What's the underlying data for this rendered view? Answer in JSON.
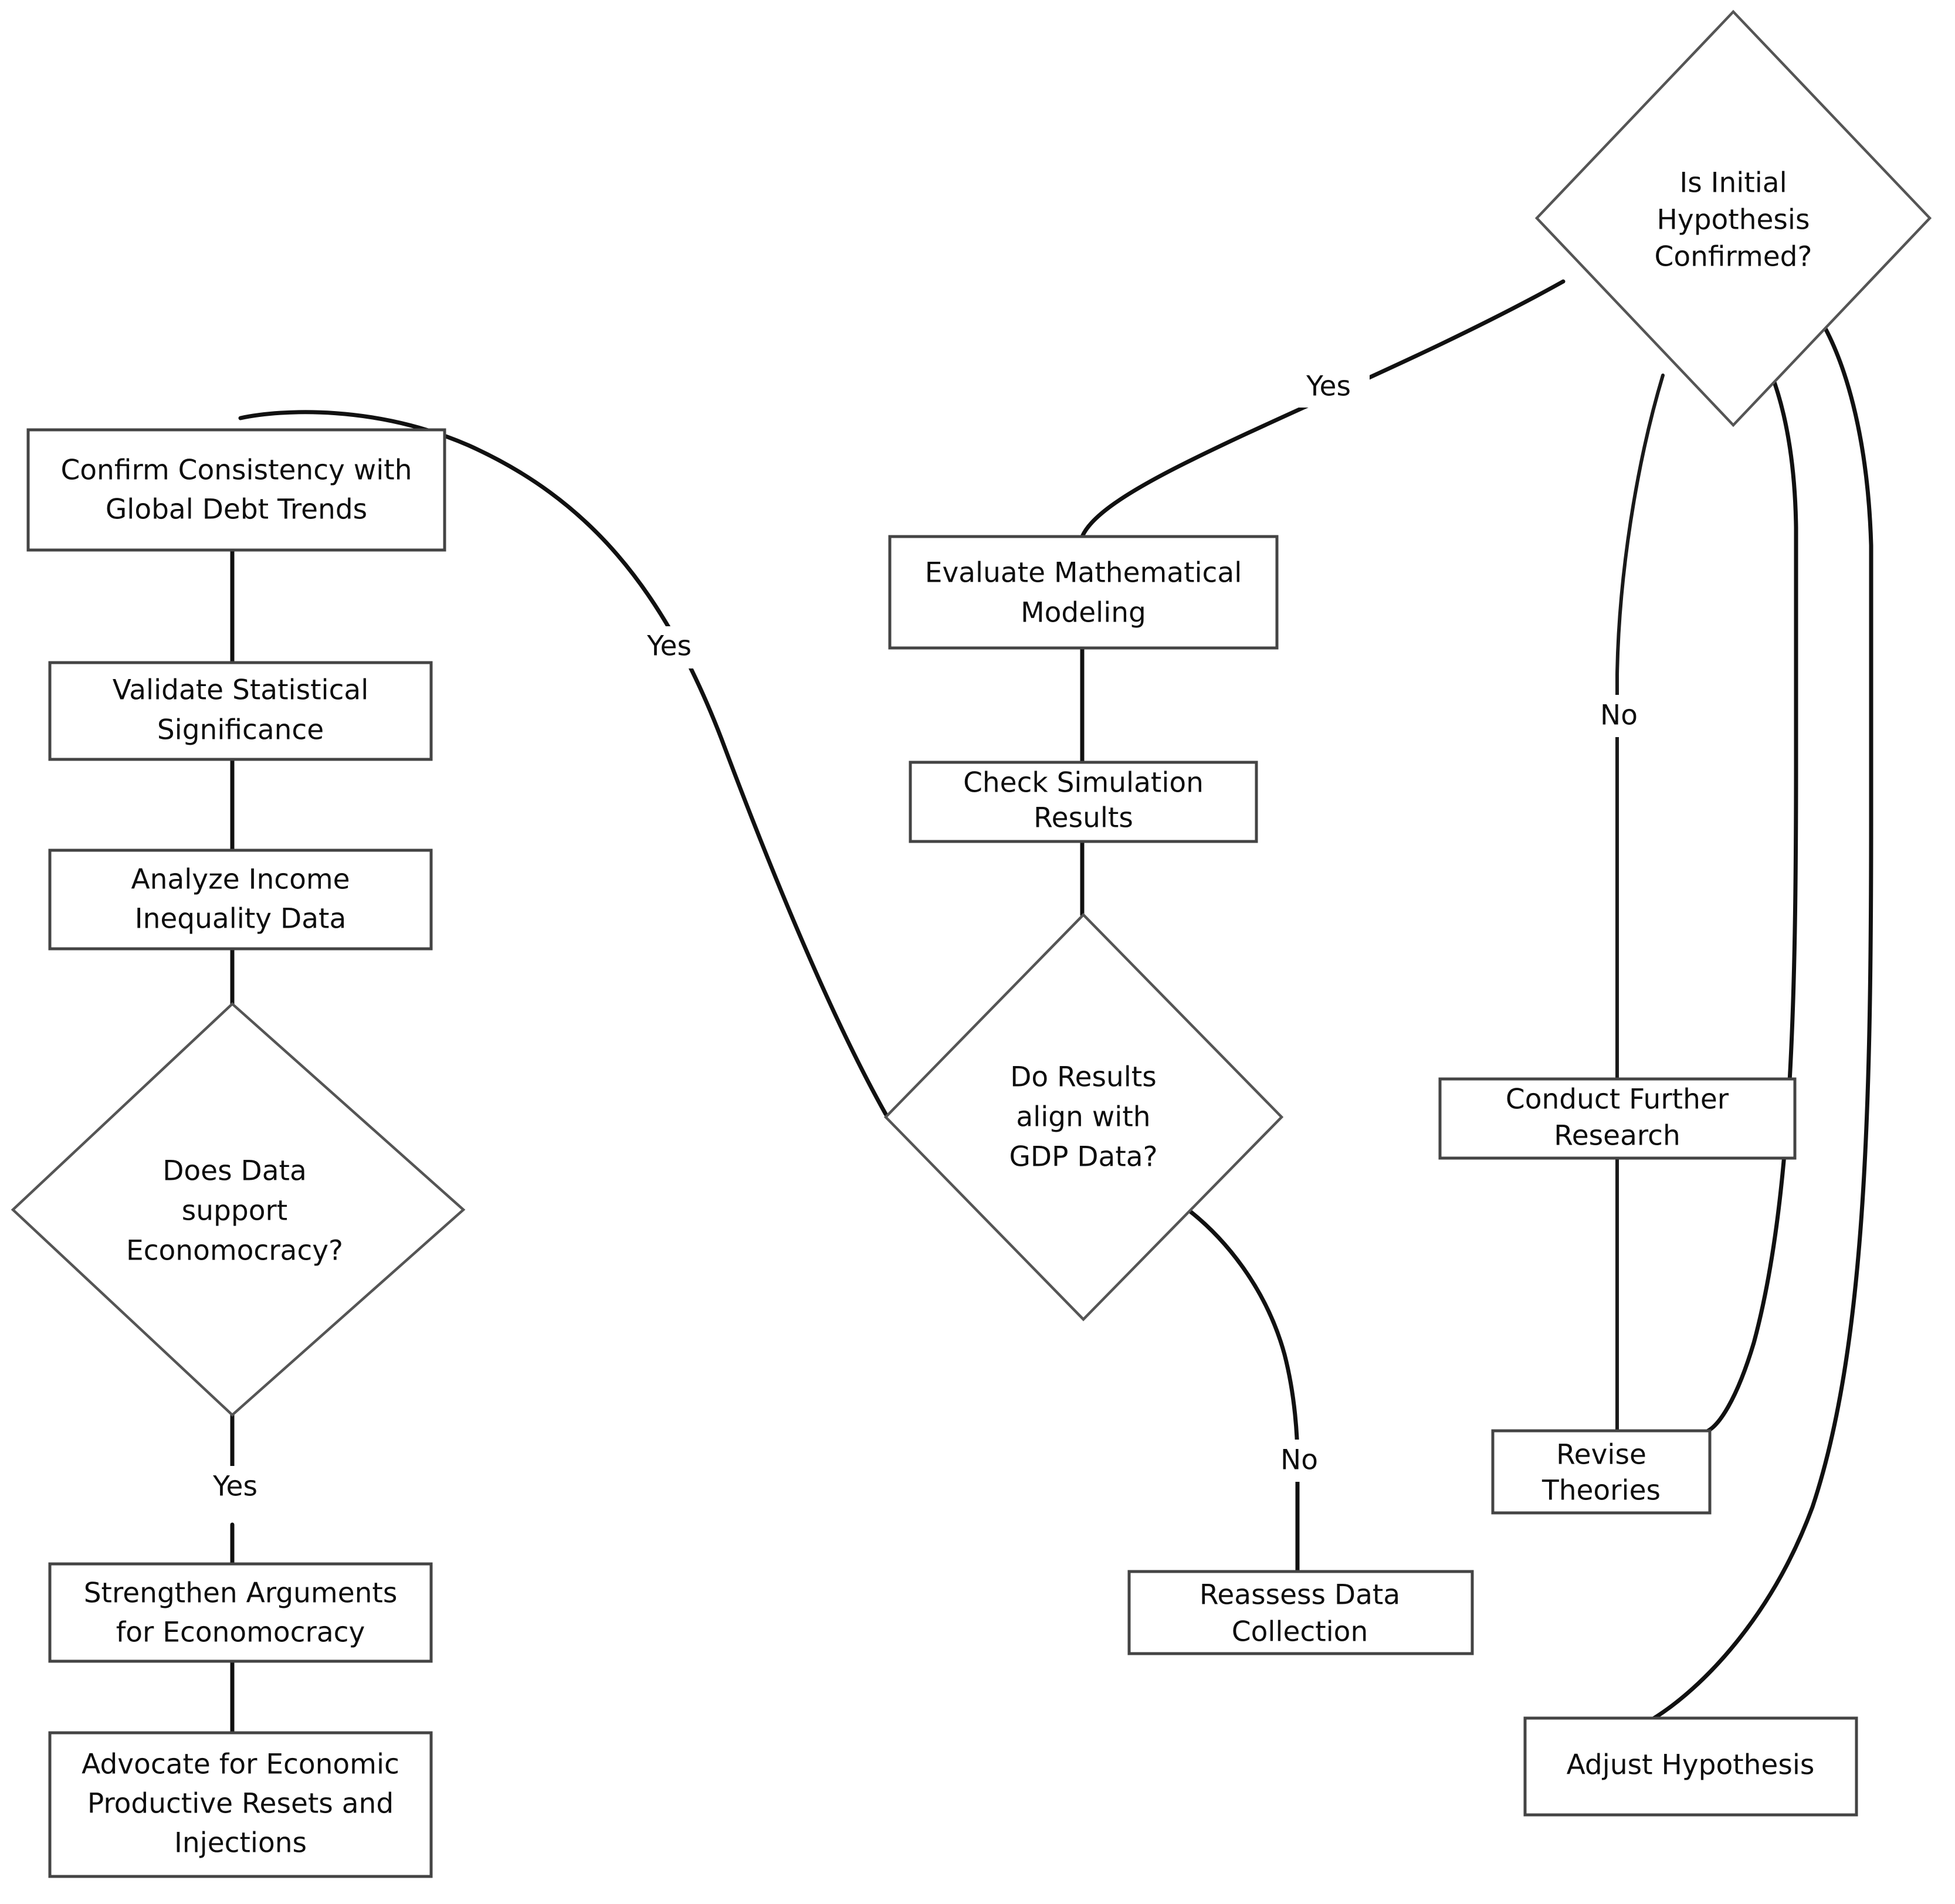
{
  "diagram": {
    "type": "flowchart",
    "title": "",
    "background_color": "#ffffff",
    "node_fill_color": "#ffffff",
    "node_border_color": "#444444",
    "edge_color": "#111111",
    "text_color": "#0d0d0d",
    "nodes": [
      {
        "id": "is-initial-hypothesis-confirmed",
        "shape": "diamond",
        "lines": [
          "Is Initial",
          "Hypothesis",
          "Confirmed?"
        ]
      },
      {
        "id": "confirm-consistency-with-global-debt-trends",
        "shape": "rect",
        "lines": [
          "Confirm Consistency with",
          "Global Debt Trends"
        ]
      },
      {
        "id": "validate-statistical-significance",
        "shape": "rect",
        "lines": [
          "Validate Statistical",
          "Significance"
        ]
      },
      {
        "id": "analyze-income-inequality-data",
        "shape": "rect",
        "lines": [
          "Analyze Income",
          "Inequality Data"
        ]
      },
      {
        "id": "does-data-support-economocracy",
        "shape": "diamond",
        "lines": [
          "Does Data",
          "support",
          "Economocracy?"
        ]
      },
      {
        "id": "strengthen-arguments-for-economocracy",
        "shape": "rect",
        "lines": [
          "Strengthen Arguments",
          "for Economocracy"
        ]
      },
      {
        "id": "advocate-for-economic-productive-resets-and-injections",
        "shape": "rect",
        "lines": [
          "Advocate for Economic",
          "Productive Resets and",
          "Injections"
        ]
      },
      {
        "id": "evaluate-mathematical-modeling",
        "shape": "rect",
        "lines": [
          "Evaluate Mathematical",
          "Modeling"
        ]
      },
      {
        "id": "check-simulation-results",
        "shape": "rect",
        "lines": [
          "Check Simulation",
          "Results"
        ]
      },
      {
        "id": "do-results-align-with-gdp-data",
        "shape": "diamond",
        "lines": [
          "Do Results",
          "align with",
          "GDP Data?"
        ]
      },
      {
        "id": "reassess-data-collection",
        "shape": "rect",
        "lines": [
          "Reassess Data",
          "Collection"
        ]
      },
      {
        "id": "conduct-further-research",
        "shape": "rect",
        "lines": [
          "Conduct Further",
          "Research"
        ]
      },
      {
        "id": "revise-theories",
        "shape": "rect",
        "lines": [
          "Revise",
          "Theories"
        ]
      },
      {
        "id": "adjust-hypothesis",
        "shape": "rect",
        "lines": [
          "Adjust Hypothesis"
        ]
      }
    ],
    "edge_labels": {
      "hypothesis_yes": "Yes",
      "hypothesis_no": "No",
      "gdp_yes": "Yes",
      "gdp_no": "No",
      "economocracy_yes": "Yes"
    },
    "edges": [
      {
        "from": "is-initial-hypothesis-confirmed",
        "to": "evaluate-mathematical-modeling",
        "label": "Yes"
      },
      {
        "from": "is-initial-hypothesis-confirmed",
        "to": "conduct-further-research",
        "label": "No"
      },
      {
        "from": "is-initial-hypothesis-confirmed",
        "to": "revise-theories",
        "label": ""
      },
      {
        "from": "is-initial-hypothesis-confirmed",
        "to": "adjust-hypothesis",
        "label": ""
      },
      {
        "from": "evaluate-mathematical-modeling",
        "to": "check-simulation-results",
        "label": ""
      },
      {
        "from": "check-simulation-results",
        "to": "do-results-align-with-gdp-data",
        "label": ""
      },
      {
        "from": "do-results-align-with-gdp-data",
        "to": "confirm-consistency-with-global-debt-trends",
        "label": "Yes"
      },
      {
        "from": "do-results-align-with-gdp-data",
        "to": "reassess-data-collection",
        "label": "No"
      },
      {
        "from": "confirm-consistency-with-global-debt-trends",
        "to": "validate-statistical-significance",
        "label": ""
      },
      {
        "from": "validate-statistical-significance",
        "to": "analyze-income-inequality-data",
        "label": ""
      },
      {
        "from": "analyze-income-inequality-data",
        "to": "does-data-support-economocracy",
        "label": ""
      },
      {
        "from": "does-data-support-economocracy",
        "to": "strengthen-arguments-for-economocracy",
        "label": "Yes"
      },
      {
        "from": "strengthen-arguments-for-economocracy",
        "to": "advocate-for-economic-productive-resets-and-injections",
        "label": ""
      },
      {
        "from": "conduct-further-research",
        "to": "revise-theories",
        "label": ""
      }
    ],
    "node_text": {
      "hyp_l1": "Is Initial",
      "hyp_l2": "Hypothesis",
      "hyp_l3": "Confirmed?",
      "confirm_l1": "Confirm Consistency with",
      "confirm_l2": "Global Debt Trends",
      "validate_l1": "Validate Statistical",
      "validate_l2": "Significance",
      "analyze_l1": "Analyze Income",
      "analyze_l2": "Inequality Data",
      "does_l1": "Does Data",
      "does_l2": "support",
      "does_l3": "Economocracy?",
      "strengthen_l1": "Strengthen Arguments",
      "strengthen_l2": "for Economocracy",
      "advocate_l1": "Advocate for Economic",
      "advocate_l2": "Productive Resets and",
      "advocate_l3": "Injections",
      "evaluate_l1": "Evaluate Mathematical",
      "evaluate_l2": "Modeling",
      "check_l1": "Check Simulation",
      "check_l2": "Results",
      "gdp_l1": "Do Results",
      "gdp_l2": "align with",
      "gdp_l3": "GDP Data?",
      "reassess_l1": "Reassess Data",
      "reassess_l2": "Collection",
      "conduct_l1": "Conduct Further",
      "conduct_l2": "Research",
      "revise_l1": "Revise",
      "revise_l2": "Theories",
      "adjust_l1": "Adjust Hypothesis"
    }
  }
}
